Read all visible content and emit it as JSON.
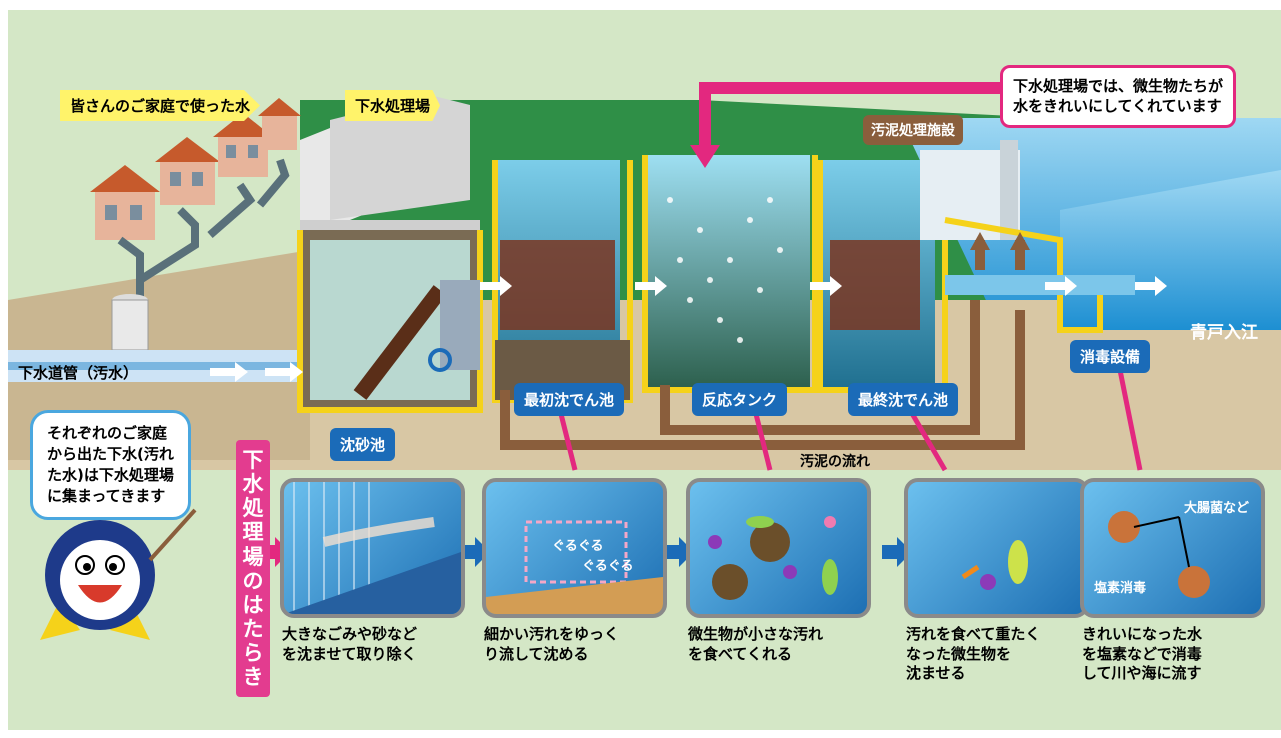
{
  "tags": {
    "household_water": "皆さんのご家庭で使った水",
    "treatment_plant": "下水処理場",
    "sludge_facility": "汚泥処理施設"
  },
  "callout_top": "下水処理場では、微生物たちが\n水をきれいにしてくれています",
  "sewer_pipe": "下水道管（汚水）",
  "bay": "青戸入江",
  "units": {
    "grit": "沈砂池",
    "primary": "最初沈でん池",
    "reactor": "反応タンク",
    "final": "最終沈でん池",
    "disinfection": "消毒設備"
  },
  "sludge_flow": "汚泥の流れ",
  "speech": "それぞれのご家庭\nから出た下水(汚れ\nた水)は下水処理場\nに集まってきます",
  "vertical_title": "下水処理場のはたらき",
  "panels": [
    {
      "caption": "大きなごみや砂など\nを沈ませて取り除く"
    },
    {
      "caption": "細かい汚れをゆっく\nり流して沈める",
      "swirl1": "ぐるぐる",
      "swirl2": "ぐるぐる"
    },
    {
      "caption": "微生物が小さな汚れ\nを食べてくれる"
    },
    {
      "caption": "汚れを食べて重たく\nなった微生物を\n沈ませる"
    },
    {
      "caption": "きれいになった水\nを塩素などで消毒\nして川や海に流す",
      "bacteria": "大腸菌など",
      "chlorine": "塩素消毒"
    }
  ],
  "colors": {
    "accent": "#e3287f",
    "water": "#1b6bb8",
    "frame": "#f5d21a",
    "sludge": "#8a5e3c"
  }
}
